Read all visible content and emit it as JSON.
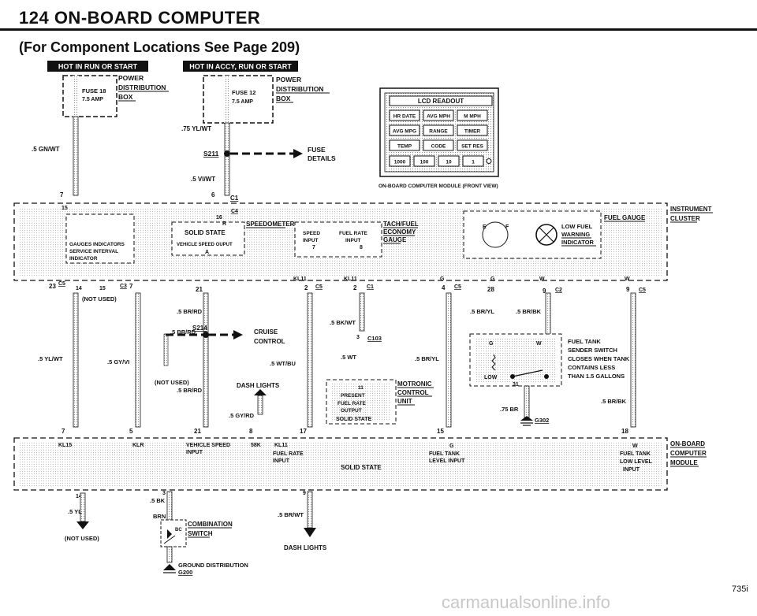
{
  "header": {
    "title": "124  ON-BOARD COMPUTER",
    "subtitle": "(For Component Locations See Page 209)"
  },
  "tags": {
    "hot_run_start": "HOT IN RUN OR START",
    "hot_accy": "HOT IN ACCY, RUN OR START"
  },
  "fuse18": {
    "name": "FUSE 18",
    "amp": "7.5 AMP",
    "box1": "POWER",
    "box2": "DISTRIBUTION",
    "box3": "BOX"
  },
  "fuse12": {
    "name": "FUSE 12",
    "amp": "7.5 AMP",
    "box1": "POWER",
    "box2": "DISTRIBUTION",
    "box3": "BOX"
  },
  "wires": {
    "w_75ylwt": ".75 YL/WT",
    "w_5gnwt": ".5 GN/WT",
    "w_5viwt": ".5 VI/WT",
    "w_5brrd_a": ".5 BR/RD",
    "w_5brrd_b": ".5 BR/RD",
    "w_5brrd_c": ".5 BR/RD",
    "w_5bkwt": ".5 BK/WT",
    "w_5ylwt": ".5 YL/WT",
    "w_5gyvi": ".5 GY/VI",
    "w_5wtbu": ".5 WT/BU",
    "w_5wt": ".5 WT",
    "w_5gyrd": ".5 GY/RD",
    "w_5bryl_a": ".5 BR/YL",
    "w_5bryl_b": ".5 BR/YL",
    "w_5brbk_a": ".5 BR/BK",
    "w_5brbk_b": ".5 BR/BK",
    "w_75br": ".75 BR",
    "w_5yl": ".5 YL",
    "w_5bk": ".5 BK",
    "w_brn": "BRN",
    "w_5brwt": ".5 BR/WT"
  },
  "splices": {
    "s211": "S211",
    "s214": "S214",
    "fuse_details_1": "FUSE",
    "fuse_details_2": "DETAILS",
    "cruise_1": "CRUISE",
    "cruise_2": "CONTROL",
    "dash_lights": "DASH LIGHTS",
    "dash_lights_b": "DASH LIGHTS"
  },
  "lcd": {
    "header": "LCD READOUT",
    "row1": [
      "HR DATE",
      "AVG MPH",
      "M MPH"
    ],
    "row2": [
      "AVG MPG",
      "RANGE",
      "TIMER"
    ],
    "row3": [
      "TEMP",
      "CODE",
      "SET RES"
    ],
    "row4": [
      "1000",
      "100",
      "10",
      "1"
    ],
    "caption": "ON-BOARD COMPUTER MODULE (FRONT VIEW)"
  },
  "cluster": {
    "label1": "INSTRUMENT",
    "label2": "CLUSTER",
    "gauges1": "GAUGES INDICATORS",
    "gauges2": "SERVICE INTERVAL",
    "gauges3": "INDICATOR",
    "speedometer": "SPEEDOMETER",
    "solid_state": "SOLID STATE",
    "vso": "VEHICLE SPEED OUPUT",
    "speed_input1": "SPEED",
    "speed_input2": "INPUT",
    "fuel_rate1": "FUEL RATE",
    "fuel_rate2": "INPUT",
    "tach1": "TACH/FUEL",
    "tach2": "ECONOMY",
    "tach3": "GAUGE",
    "fuel_gauge": "FUEL GAUGE",
    "low_fuel1": "LOW FUEL",
    "low_fuel2": "WARNING",
    "low_fuel3": "INDICATOR",
    "not_used": "(NOT USED)",
    "kl11a": "KL11",
    "kl11b": "KL11"
  },
  "connectors": {
    "c1": "C1",
    "c4": "C4",
    "c5a": "C5",
    "c3": "C3",
    "c5b": "C5",
    "c1b": "C1",
    "c5c": "C5",
    "c2": "C2",
    "c5d": "C5",
    "c103": "C103",
    "g302": "G302",
    "g200": "G200",
    "p7": "7",
    "p6": "6",
    "p15": "15",
    "p16": "16",
    "pR": "R",
    "pA": "A",
    "p23": "23",
    "p14": "14",
    "p15b": "15",
    "p7b": "7",
    "p21": "21",
    "p2": "2",
    "p2b": "2",
    "p4": "4",
    "p28": "28",
    "p9": "9",
    "p9b": "9",
    "p3": "3",
    "p11": "11",
    "p7c": "7",
    "p8": "8",
    "pG": "G",
    "pW": "W",
    "p5": "5",
    "p21b": "21",
    "p8b": "8",
    "p17": "17",
    "p15c": "15",
    "p18": "18",
    "p14b": "14",
    "p3b": "3",
    "p9c": "9",
    "p31": "31"
  },
  "motronic": {
    "present": "PRESENT",
    "fuel_rate": "FUEL RATE",
    "output": "OUTPUT",
    "solid": "SOLID STATE",
    "l1": "MOTRONIC",
    "l2": "CONTROL",
    "l3": "UNIT",
    "not_used": "(NOT USED)"
  },
  "sender": {
    "l1": "FUEL TANK",
    "l2": "SENDER SWITCH",
    "l3": "CLOSES WHEN TANK",
    "l4": "CONTAINS LESS",
    "l5": "THAN 1.5 GALLONS",
    "low": "LOW"
  },
  "obc": {
    "kl15": "KL15",
    "klr": "KLR",
    "vsi1": "VEHICLE SPEED",
    "vsi2": "INPUT",
    "k58k": "58K",
    "kl11": "KL11",
    "fri1": "FUEL RATE",
    "fri2": "INPUT",
    "solid": "SOLID STATE",
    "g": "G",
    "fti1": "FUEL TANK",
    "fti2": "LEVEL INPUT",
    "w": "W",
    "ftl1": "FUEL TANK",
    "ftl2": "LOW LEVEL",
    "ftl3": "INPUT",
    "l1": "ON-BOARD",
    "l2": "COMPUTER",
    "l3": "MODULE"
  },
  "bottom": {
    "not_used": "(NOT USED)",
    "combo1": "COMBINATION",
    "combo2": "SWITCH",
    "bc": "BC",
    "gd1": "GROUND DISTRIBUTION"
  },
  "footer": {
    "page": "735i",
    "watermark": "carmanualsonline.info"
  }
}
